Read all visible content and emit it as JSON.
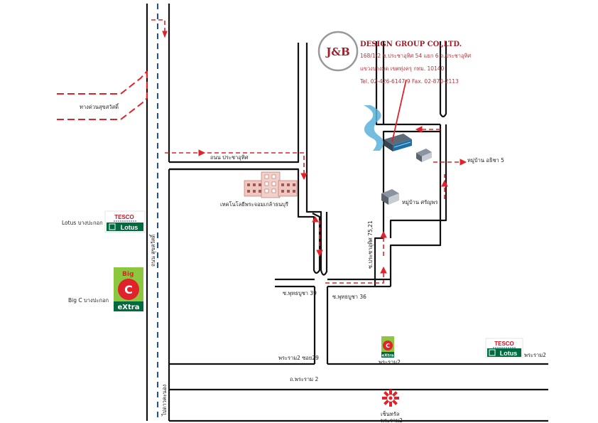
{
  "company": {
    "logo_text": "J&B",
    "name": "DESIGN GROUP CO.,LTD.",
    "address1": "168/1-2 ซ.ประชาอุทิศ 54 แยก 6 ถ.ประชาอุทิศ",
    "address2": "แขวงบางมด เขตทุ่งครุ กทม. 10140",
    "phone": "Tel. 02-426-6147-9 Fax. 02-870-2113"
  },
  "labels": {
    "expressway": "ทางด่วนสุขสวัสดิ์",
    "pracha_uthit_road": "ถนน ประชาอุทิศ",
    "technology_college": "เทคโนโลยีพระจอมเกล้าธนบุรี",
    "suksawat_road": "ถนน สุขสวัสดิ์",
    "phutthabucha_39": "ซ.พุทธบูชา 39",
    "phutthabucha_36": "ซ.พุทธบูชา 36",
    "pracha_uthit_soi": "ซ.ประชาอุทิศ 75,21",
    "village_athita": "หมู่บ้าน อธิชา 5",
    "village_sirinporn": "หมู่บ้าน ศรัญพร",
    "rama2_soi29": "พระราม2 ซอย29",
    "rama2_road": "ถ.พระราม 2",
    "rama2_bigc": "พระราม2",
    "rama2_lotus": "พระราม2",
    "central_rama2": "เซ็นทรัล",
    "central_rama2_sub": "พระราม2",
    "dao_khanong": "ไปดาวคะนอง",
    "lotus_bangpakok": "Lotus บางปะกอก",
    "bigc_bangpakok": "Big C บางปะกอก"
  },
  "brands": {
    "tesco": "TESCO",
    "lotus": "Lotus",
    "big": "Big",
    "c": "C",
    "extra": "eXtra"
  },
  "colors": {
    "road": "#111111",
    "route": "#e0232b",
    "brand_red": "#a01e2a",
    "highway_dash": "#1f4f9e",
    "lotus_green": "#006b3f",
    "bigc_lime": "#8dc63f",
    "water": "#5ab3d8"
  }
}
